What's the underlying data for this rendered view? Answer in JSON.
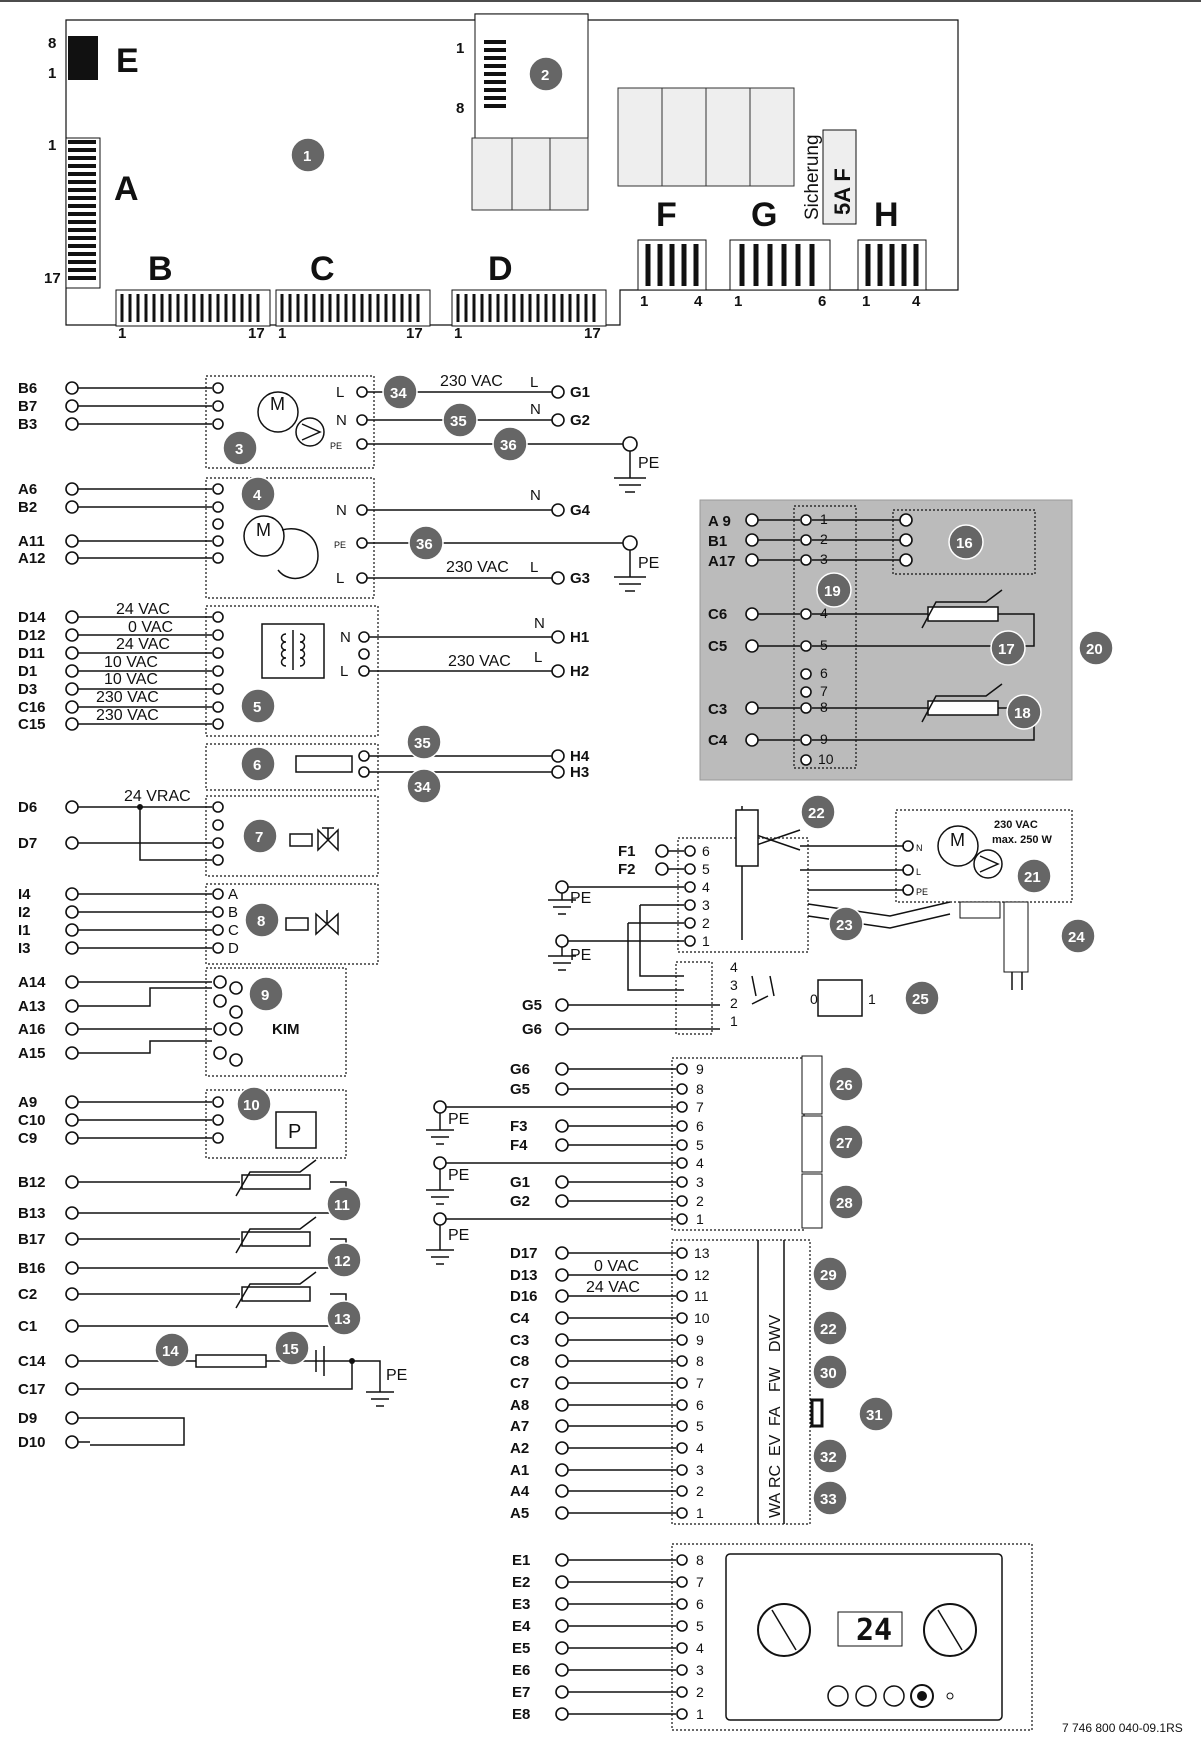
{
  "board": {
    "labels": {
      "A": "A",
      "B": "B",
      "C": "C",
      "D": "D",
      "E": "E",
      "F": "F",
      "G": "G",
      "H": "H"
    },
    "fuse_text1": "Sicherung",
    "fuse_text2": "5A F",
    "pin_E_top": "8",
    "pin_E_bot": "1",
    "pin_A_top": "1",
    "pin_A_bot": "17",
    "pin_2_top": "1",
    "pin_2_bot": "8",
    "pin_B_l": "1",
    "pin_B_r": "17",
    "pin_C_l": "1",
    "pin_C_r": "17",
    "pin_D_l": "1",
    "pin_D_r": "17",
    "pin_F_l": "1",
    "pin_F_r": "4",
    "pin_G_l": "1",
    "pin_G_r": "6",
    "pin_H_l": "1",
    "pin_H_r": "4"
  },
  "left_terminals": [
    "B6",
    "B7",
    "B3",
    "A6",
    "B2",
    "A11",
    "A12",
    "D14",
    "D12",
    "D11",
    "D1",
    "D3",
    "C16",
    "C15",
    "D6",
    "D7",
    "I4",
    "I2",
    "I1",
    "I3",
    "A14",
    "A13",
    "A16",
    "A15",
    "A9",
    "C10",
    "C9",
    "B12",
    "B13",
    "B17",
    "B16",
    "C2",
    "C1",
    "C14",
    "C17",
    "D9",
    "D10"
  ],
  "voltages": {
    "v230": "230 VAC",
    "d14": "24 VAC",
    "d12": "0 VAC",
    "d11": "24 VAC",
    "d1": "10 VAC",
    "d3": "10 VAC",
    "c16": "230 VAC",
    "c15": "230 VAC",
    "vrac": "24 VRAC",
    "pump": "230 VAC",
    "pump_max": "max. 250 W",
    "d13": "0 VAC",
    "d16": "24 VAC"
  },
  "right_terminals": {
    "g1": "G1",
    "g2": "G2",
    "g4": "G4",
    "g3": "G3",
    "h1": "H1",
    "h2": "H2",
    "h4": "H4",
    "h3": "H3"
  },
  "letters": {
    "L": "L",
    "N": "N",
    "PE": "PE",
    "M": "M",
    "P": "P",
    "KIM": "KIM"
  },
  "panel20": {
    "terminals": [
      "A 9",
      "B1",
      "A17",
      "C6",
      "C5",
      "C3",
      "C4"
    ]
  },
  "mid": {
    "f1": "F1",
    "f2": "F2",
    "g5": "G5",
    "g6": "G6",
    "block26_terms": [
      "G6",
      "G5",
      "F3",
      "F4",
      "G1",
      "G2"
    ],
    "block_lower_terms": [
      "D17",
      "D13",
      "D16",
      "C4",
      "C3",
      "C8",
      "C7",
      "A8",
      "A7",
      "A2",
      "A1",
      "A4",
      "A5"
    ],
    "block_e_terms": [
      "E1",
      "E2",
      "E3",
      "E4",
      "E5",
      "E6",
      "E7",
      "E8"
    ]
  },
  "rotated_labels": [
    "DWV",
    "FW",
    "FA",
    "EV",
    "RC",
    "WA"
  ],
  "display_value": "24",
  "bubbles": [
    "1",
    "2",
    "3",
    "4",
    "5",
    "6",
    "7",
    "8",
    "9",
    "10",
    "11",
    "12",
    "13",
    "14",
    "15",
    "16",
    "17",
    "18",
    "19",
    "20",
    "21",
    "22",
    "23",
    "24",
    "25",
    "26",
    "27",
    "28",
    "29",
    "30",
    "31",
    "32",
    "33",
    "34",
    "35",
    "36"
  ],
  "footer_code": "7 746 800 040-09.1RS"
}
